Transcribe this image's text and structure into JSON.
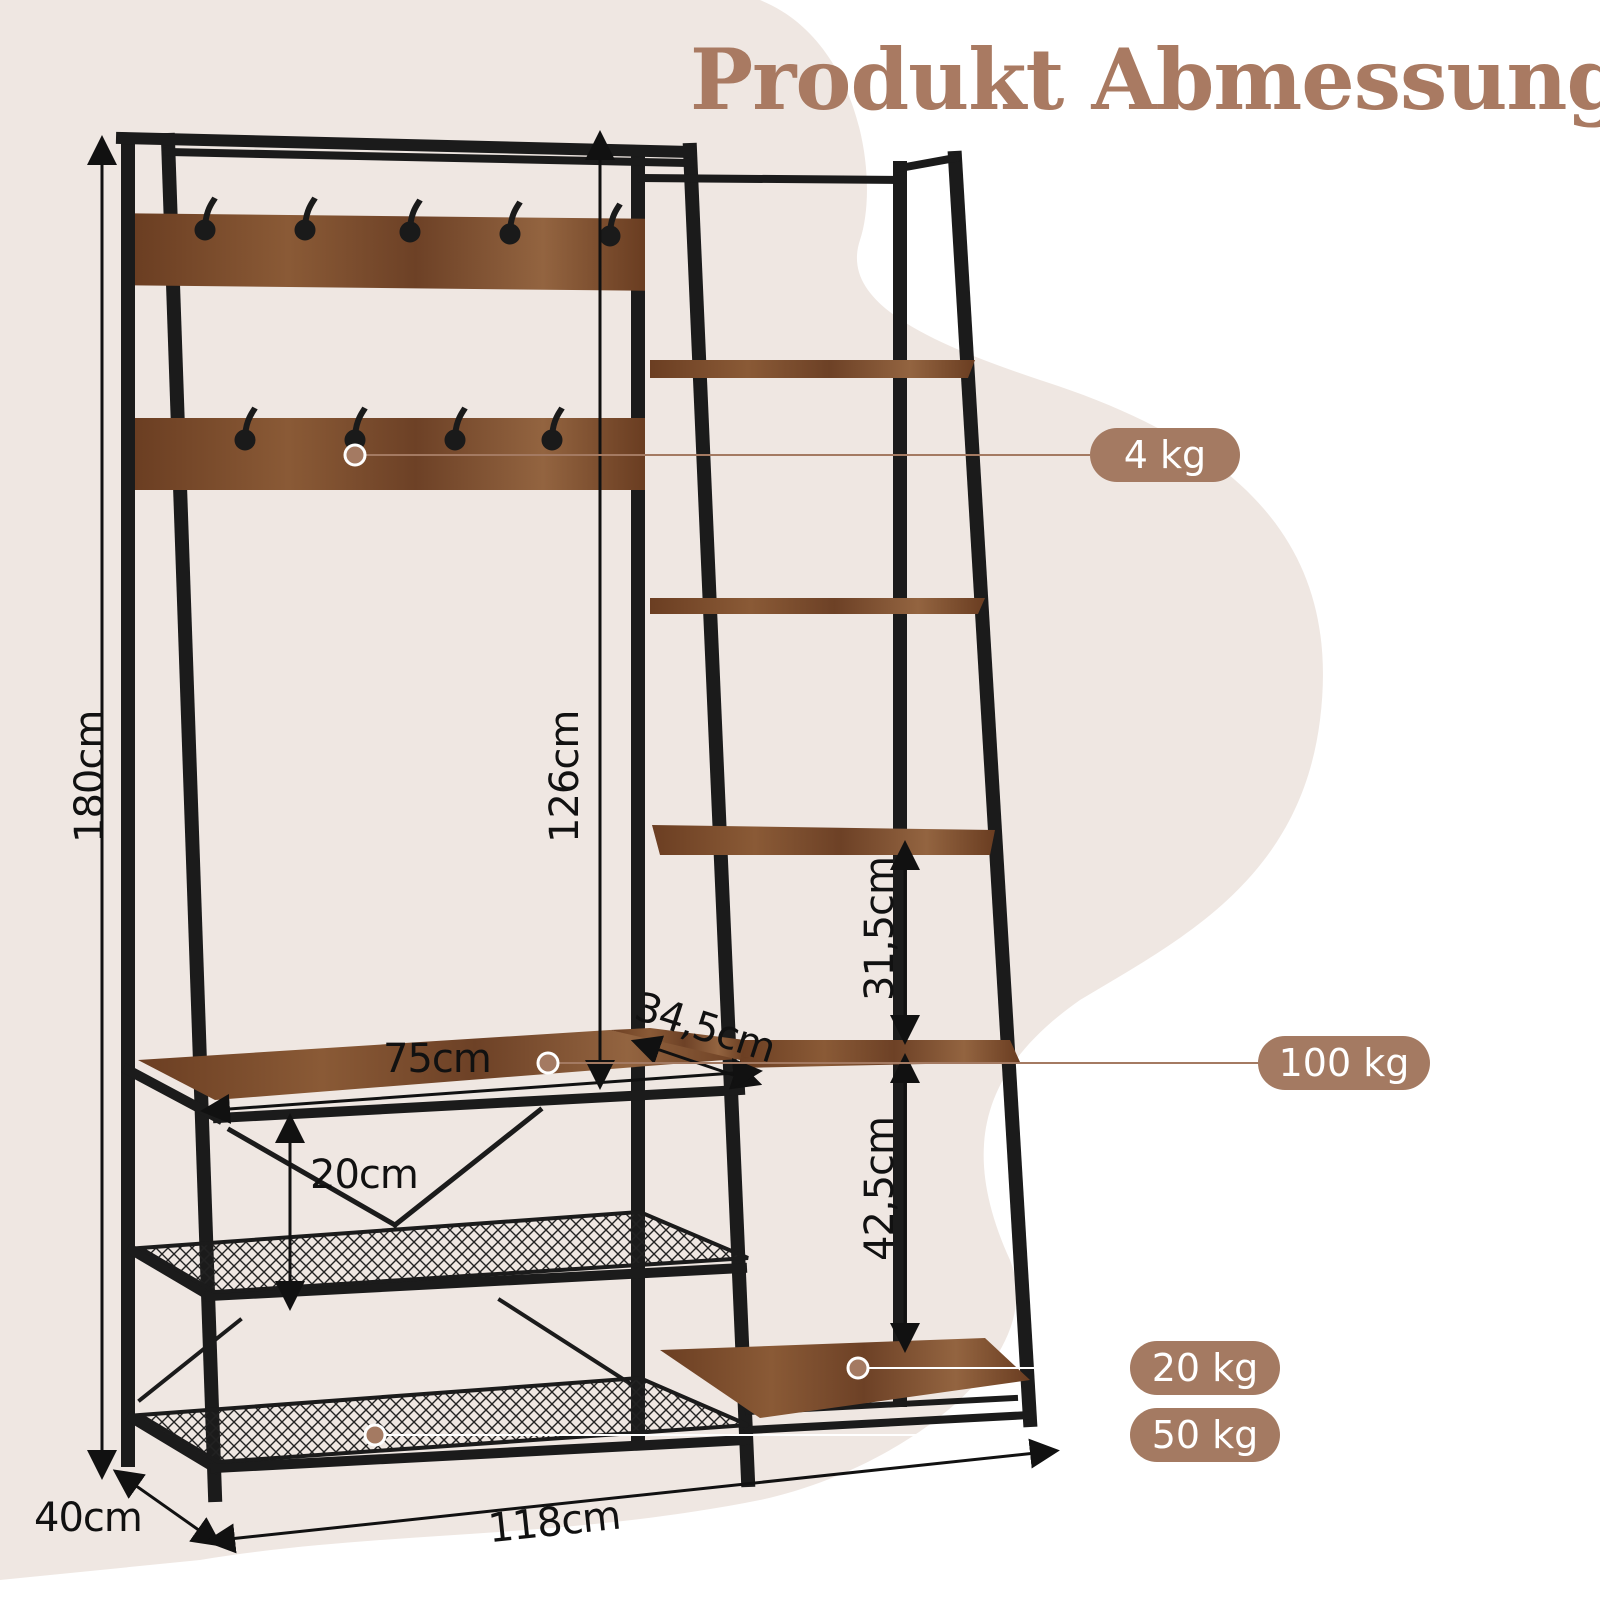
{
  "title": "Produkt Abmessung",
  "dimensions": {
    "height_total": "180cm",
    "height_bench_to_top": "126cm",
    "shelf_gap_upper": "31,5cm",
    "shelf_gap_lower": "42,5cm",
    "bench_depth": "34,5cm",
    "bench_width": "75cm",
    "shoe_rack_gap": "20cm",
    "depth": "40cm",
    "width": "118cm"
  },
  "load_labels": {
    "hooks": "4 kg",
    "bench": "100 kg",
    "bottom_shelf": "20 kg",
    "shoe_rack": "50 kg"
  },
  "colors": {
    "background_blob": "#efe7e2",
    "accent": "#a47a62",
    "frame": "#1b1b1b",
    "wood": "#7a4a2a"
  }
}
